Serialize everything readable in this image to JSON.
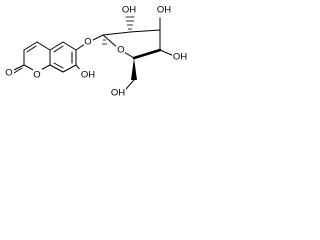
{
  "diagram": {
    "kind": "chemical-structure",
    "atom_labels": {
      "carbonyl_oxygen": "O",
      "ring_oxygen": "O",
      "hydroxyl_7": "OH",
      "ether_oxygen": "O",
      "sugar_ring_oxygen": "O",
      "sugar_oh_2": "OH",
      "sugar_oh_3": "OH",
      "sugar_oh_4": "OH",
      "ch2oh": "OH"
    },
    "colors": {
      "bond": "#000000",
      "background": "#ffffff"
    }
  }
}
